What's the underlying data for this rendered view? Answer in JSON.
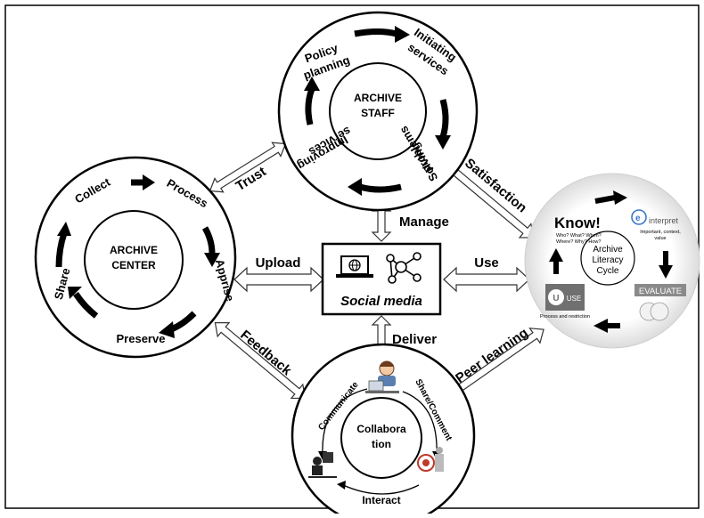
{
  "archive_staff": {
    "center": [
      "ARCHIVE",
      "STAFF"
    ],
    "steps": [
      {
        "lines": [
          "Policy",
          "planning"
        ]
      },
      {
        "lines": [
          "Initiating",
          "services"
        ]
      },
      {
        "lines": [
          "Solving",
          "problems"
        ]
      },
      {
        "lines": [
          "Improving",
          "services"
        ]
      }
    ]
  },
  "archive_center": {
    "center": [
      "ARCHIVE",
      "CENTER"
    ],
    "steps": [
      "Collect",
      "Process",
      "Apprise",
      "Preserve",
      "Share"
    ]
  },
  "literacy_cycle": {
    "center": [
      "Archive",
      "Literacy",
      "Cycle"
    ],
    "know": "Know!",
    "know_sub": [
      "Who? What? When?",
      "Where? Why? How?"
    ],
    "interpret": "interpret",
    "interpret_sub": [
      "Important, context,",
      "value"
    ],
    "evaluate": "EVALUATE",
    "use": "USE",
    "use_sub": "Process and restriction"
  },
  "collaboration": {
    "center": [
      "Collabora",
      "tion"
    ],
    "communicate": "Communicate",
    "share_comment": "Share/Comment",
    "interact": "Interact"
  },
  "social_media": {
    "label": "Social media"
  },
  "connectors": {
    "trust": "Trust",
    "manage": "Manage",
    "satisfaction": "Satisfaction",
    "upload": "Upload",
    "use": "Use",
    "deliver": "Deliver",
    "feedback": "Feedback",
    "peer_learning": "Peer learning"
  },
  "colors": {
    "ink": "#000000",
    "hollow_arrow": "#ffffff",
    "literacy_bg": "#f3f3f3",
    "know_orange": "#e8a020",
    "interpret_blue": "#3a77c8",
    "use_grey": "#707070"
  }
}
